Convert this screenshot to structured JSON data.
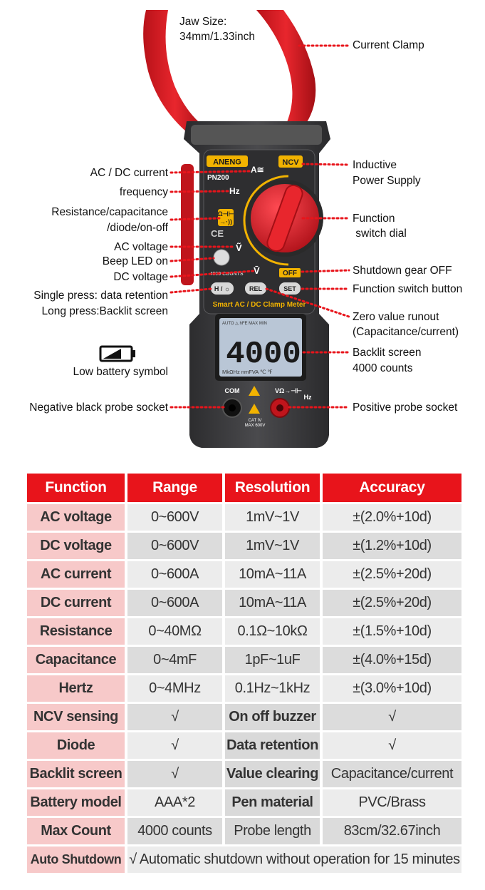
{
  "device": {
    "brand": "ANENG",
    "model": "PN200",
    "jaw_size_line1": "Jaw Size:",
    "jaw_size_line2": "34mm/1.33inch",
    "ncv": "NCV",
    "off": "OFF",
    "hold_btn": "H / ☼",
    "rel_btn": "REL",
    "set_btn": "SET",
    "smart_title": "Smart AC / DC Clamp Meter",
    "counts": "4000 COUNTS",
    "lcd_value": "4000",
    "lcd_top": "AUTO  △  hFE MAX MIN",
    "lcd_bottom": "MkΩHz  nmFVA  ℃ ℉",
    "com": "COM",
    "vohm": "VΩ→⊣⊢",
    "hz": "Hz",
    "cat": "CAT IV",
    "max": "MAX 600V",
    "dial_a": "A≅",
    "dial_hz": "Hz",
    "dial_v": "Ṽ",
    "dial_vdc": "V̄"
  },
  "callouts": {
    "left": [
      "AC / DC current",
      "frequency",
      "Resistance/capacitance",
      "/diode/on-off",
      "AC voltage",
      "Beep LED on",
      "DC voltage",
      "Single press: data retention",
      "Long press:Backlit screen",
      "Low battery symbol",
      "Negative black probe socket"
    ],
    "right": [
      "Current  Clamp",
      "Inductive",
      "Power Supply",
      "Function",
      " switch dial",
      "Shutdown gear OFF",
      "Function switch button",
      "Zero value runout",
      "(Capacitance/current)",
      "Backlit screen",
      "4000 counts",
      "Positive probe socket"
    ]
  },
  "table": {
    "headers": [
      "Function",
      "Range",
      "Resolution",
      "Accuracy"
    ],
    "rows": [
      [
        "AC voltage",
        "0~600V",
        "1mV~1V",
        "±(2.0%+10d)"
      ],
      [
        "DC voltage",
        "0~600V",
        "1mV~1V",
        "±(1.2%+10d)"
      ],
      [
        "AC current",
        "0~600A",
        "10mA~11A",
        "±(2.5%+20d)"
      ],
      [
        "DC current",
        "0~600A",
        "10mA~11A",
        "±(2.5%+20d)"
      ],
      [
        "Resistance",
        "0~40MΩ",
        "0.1Ω~10kΩ",
        "±(1.5%+10d)"
      ],
      [
        "Capacitance",
        "0~4mF",
        "1pF~1uF",
        "±(4.0%+15d)"
      ],
      [
        "Hertz",
        "0~4MHz",
        "0.1Hz~1kHz",
        "±(3.0%+10d)"
      ]
    ],
    "features": [
      [
        "NCV sensing",
        "√",
        "On off buzzer",
        "√"
      ],
      [
        "Diode",
        "√",
        "Data retention",
        "√"
      ],
      [
        "Backlit screen",
        "√",
        "Value clearing",
        "Capacitance/current"
      ],
      [
        "Battery model",
        "AAA*2",
        "Pen material",
        "PVC/Brass"
      ],
      [
        "Max Count",
        "4000 counts",
        "Probe length",
        "83cm/32.67inch"
      ]
    ],
    "footer": [
      "Auto Shutdown",
      "√ Automatic shutdown without operation for 15 minutes"
    ]
  },
  "colors": {
    "accent_red": "#e8141b",
    "device_red": "#d81c24",
    "device_body": "#3a3a3c",
    "lcd": "#b9c6d6"
  }
}
